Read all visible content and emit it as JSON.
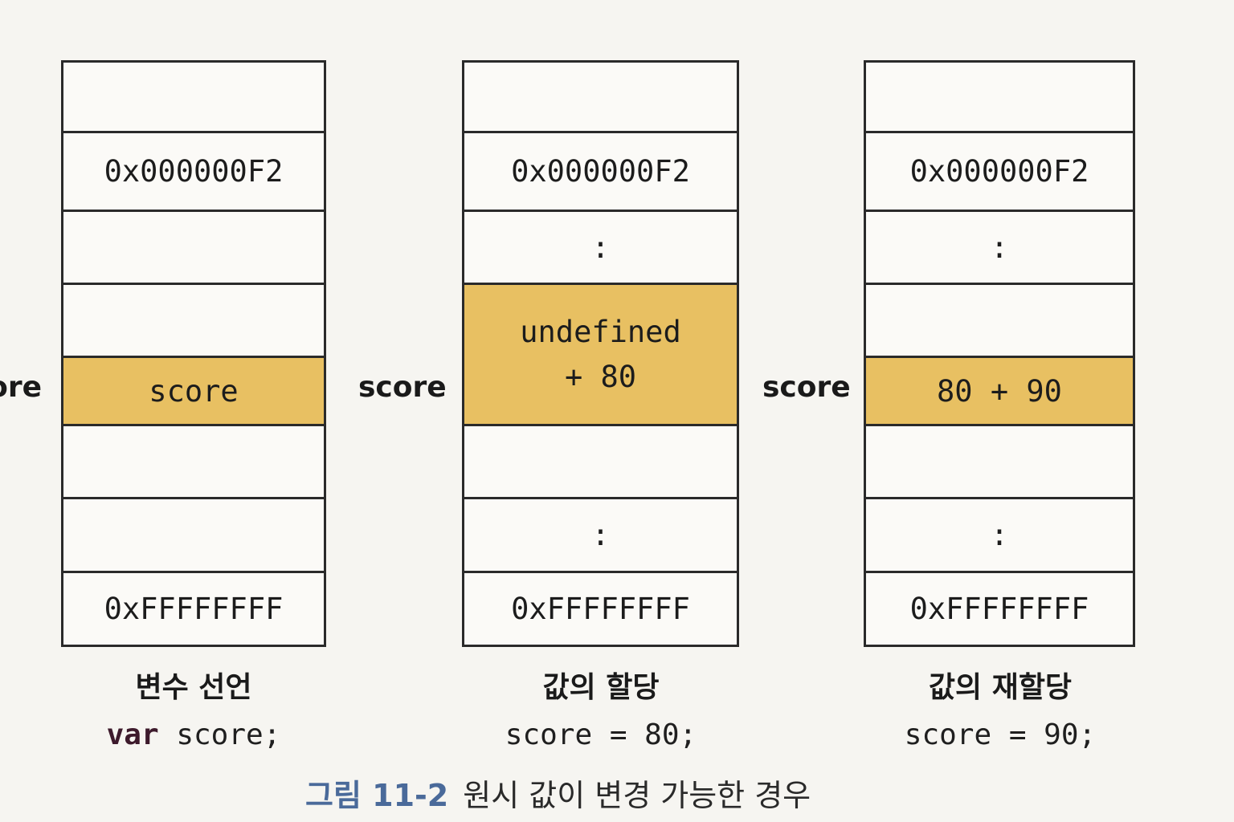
{
  "columns": [
    {
      "cells": [
        "",
        "0x000000F2",
        "",
        "",
        "score",
        "",
        "",
        "0xFFFFFFFF"
      ],
      "side_label": "score",
      "caption_title": "변수 선언",
      "caption_code_keyword": "var",
      "caption_code_rest": " score;"
    },
    {
      "cells": [
        "",
        "0x000000F2",
        ":",
        "undefined",
        "+ 80",
        "",
        ":",
        "0xFFFFFFFF"
      ],
      "side_label": "score",
      "caption_title": "값의 할당",
      "caption_code": "score = 80;"
    },
    {
      "cells": [
        "",
        "0x000000F2",
        ":",
        "",
        "80 + 90",
        "",
        ":",
        "0xFFFFFFFF"
      ],
      "side_label": "score",
      "caption_title": "값의 재할당",
      "caption_code": "score = 90;"
    }
  ],
  "figure": {
    "number": "그림 11-2",
    "title": "원시 값이 변경 가능한 경우"
  },
  "colors": {
    "highlight": "#e8c062",
    "figure_number": "#4a6a9a",
    "background": "#f6f5f1"
  }
}
